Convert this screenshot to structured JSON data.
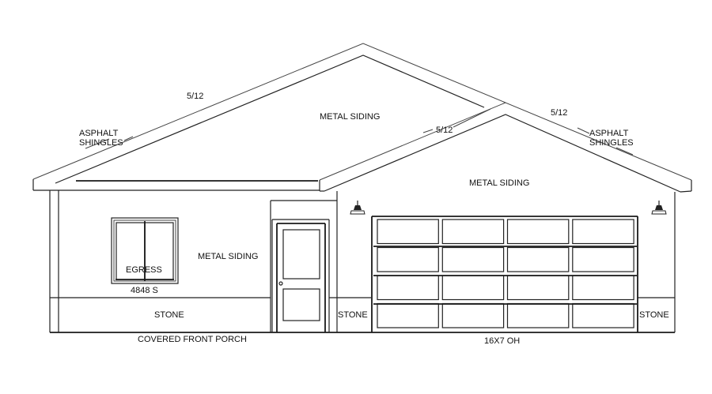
{
  "drawing": {
    "type": "front elevation",
    "colors": {
      "line": "#222222",
      "background": "#ffffff",
      "text": "#111111"
    },
    "labels": {
      "main_roof_pitch": "5/12",
      "main_roof_material_line1": "ASPHALT",
      "main_roof_material_line2": "SHINGLES",
      "main_gable_siding": "METAL SIDING",
      "garage_roof_pitch_left": "5/12",
      "garage_roof_pitch_right": "5/12",
      "garage_roof_material_line1": "ASPHALT",
      "garage_roof_material_line2": "SHINGLES",
      "garage_gable_siding": "METAL SIDING",
      "porch_wall_siding": "METAL SIDING",
      "window_label": "EGRESS",
      "window_size": "4848 S",
      "porch_stone": "STONE",
      "porch_caption": "COVERED FRONT PORCH",
      "stone_left_of_garage": "STONE",
      "stone_right_of_garage": "STONE",
      "garage_door_caption": "16X7 OH"
    },
    "elements": {
      "garage_door": {
        "rows": 4,
        "cols": 4
      },
      "front_door": {
        "panels": 2
      },
      "window": {
        "sashes": 2
      },
      "wall_lights": 2
    },
    "icons": {
      "wall_light": "pendant-lamp-icon"
    }
  }
}
